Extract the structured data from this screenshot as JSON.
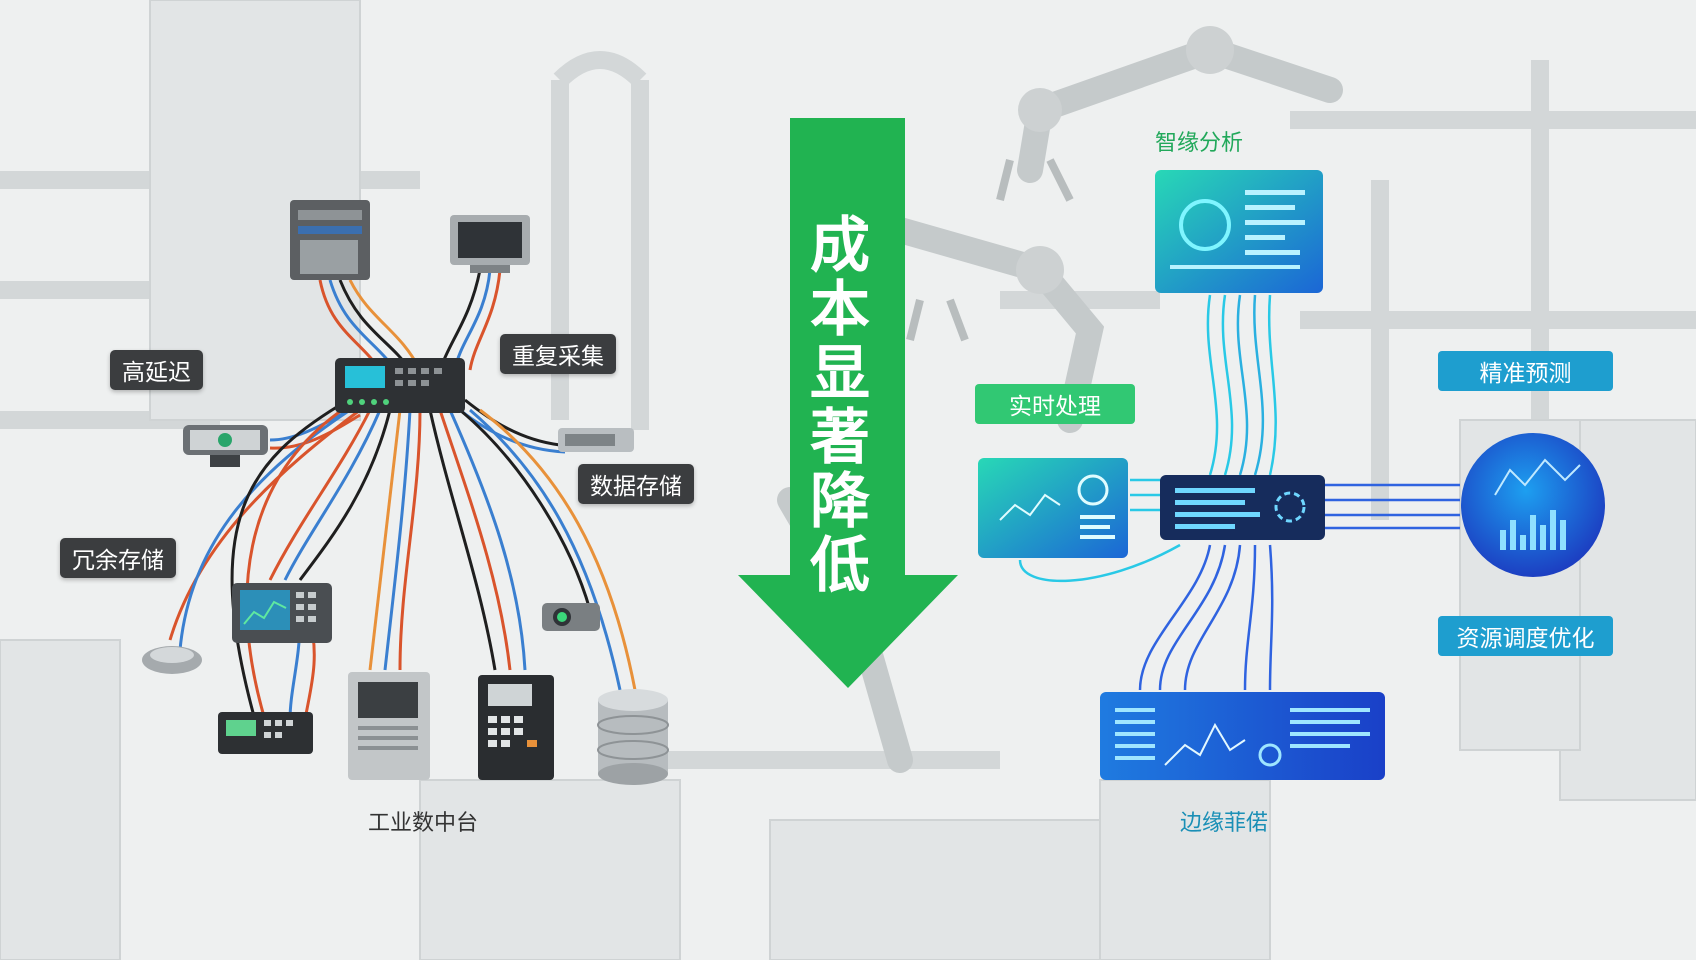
{
  "left_labels": {
    "high_latency": "高延迟",
    "duplicate_collection": "重复采集",
    "data_storage": "数据存储",
    "redundant_storage": "冗余存储",
    "platform_caption": "工业数中台"
  },
  "center": {
    "arrow_chars": [
      "成",
      "本",
      "显",
      "著",
      "降",
      "低"
    ],
    "arrow_color": "#21b351"
  },
  "right_labels": {
    "smart_analysis": "智缘分析",
    "realtime_processing": "实时处理",
    "precise_prediction": "精准预测",
    "resource_optimization": "资源调度优化",
    "edge_caption": "边缘菲偌"
  },
  "colors": {
    "tag_dark": "#3b3d3f",
    "tag_green": "#31c873",
    "tag_blue": "#1e9ecf",
    "cable_red": "#d9542c",
    "cable_blue": "#3a7fd0",
    "cable_orange": "#e8913a",
    "cable_black": "#1f1f1f",
    "flow_cyan": "#29c9e6",
    "flow_blue": "#2f63e0"
  },
  "icons": [
    "server-rack-icon",
    "monitor-icon",
    "network-switch-icon",
    "camera-sensor-icon",
    "gateway-device-icon",
    "hmi-panel-icon",
    "controller-icon",
    "pc-tower-icon",
    "plc-icon",
    "database-icon",
    "robot-arm-icon",
    "dashboard-screen-icon",
    "edge-hub-icon",
    "prediction-globe-icon"
  ]
}
